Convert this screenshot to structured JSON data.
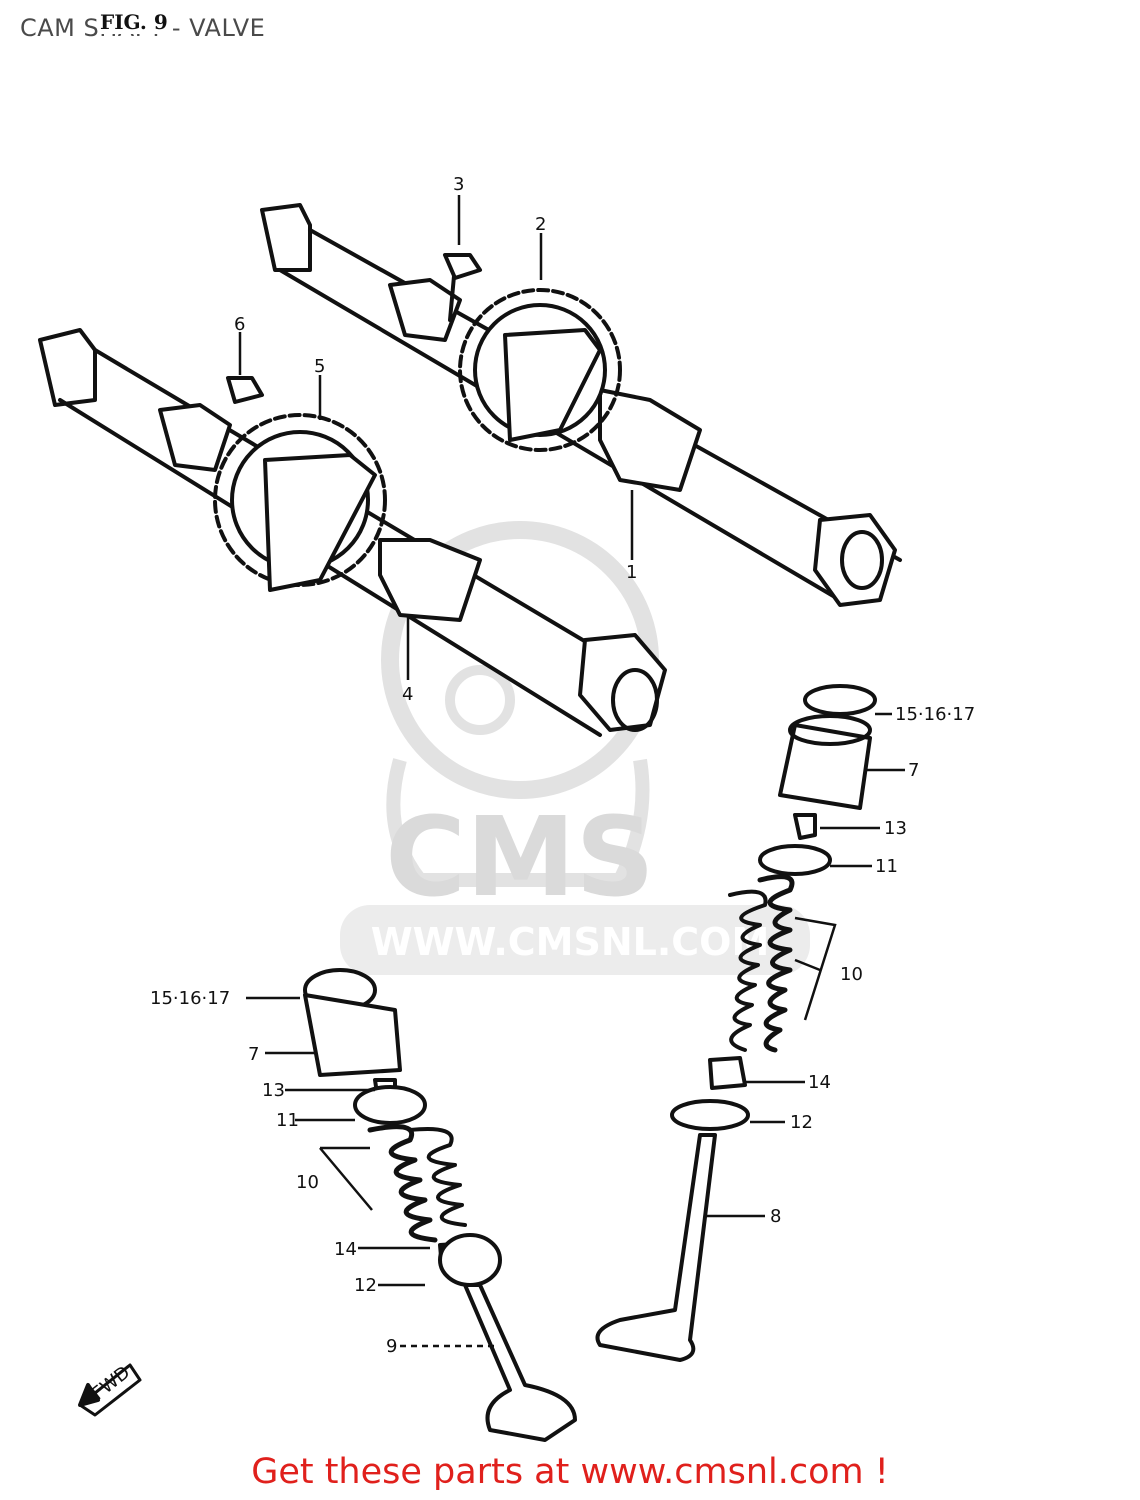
{
  "header": {
    "title": "CAM SHAFT - VALVE",
    "fig_label": "FIG. 9"
  },
  "watermark": {
    "brand": "CMS",
    "url": "WWW.CMSNL.COM"
  },
  "fwd_label": "FWD",
  "callouts": {
    "c1": "1",
    "c2": "2",
    "c3": "3",
    "c4": "4",
    "c5": "5",
    "c6": "6",
    "c7_right": "7",
    "c7_left": "7",
    "c8": "8",
    "c9": "9",
    "c10_right": "10",
    "c10_left": "10",
    "c11_right": "11",
    "c11_left": "11",
    "c12_right": "12",
    "c12_left": "12",
    "c13_right": "13",
    "c13_left": "13",
    "c14_right": "14",
    "c14_left": "14",
    "c15_right": "15·16·17",
    "c15_left": "15·16·17"
  },
  "footer": {
    "text": "Get these parts at www.cmsnl.com !"
  },
  "colors": {
    "line": "#111111",
    "watermark": "#e2e2e2",
    "footer": "#e0201c"
  }
}
